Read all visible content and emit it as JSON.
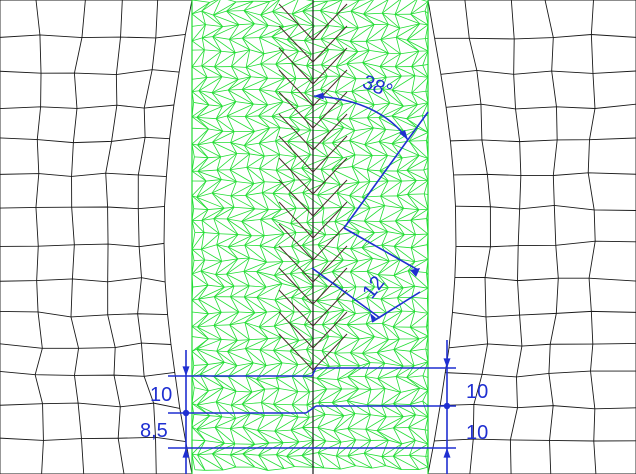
{
  "dimensions": {
    "angle": "38°",
    "spacing": "12",
    "left_upper": "10",
    "left_lower": "8,5",
    "right_upper": "10",
    "right_lower": "10"
  },
  "colors": {
    "quad_mesh": "#1a1a1a",
    "tri_mesh": "#22dd33",
    "dimension": "#1f2fd1",
    "background": "#ffffff"
  }
}
